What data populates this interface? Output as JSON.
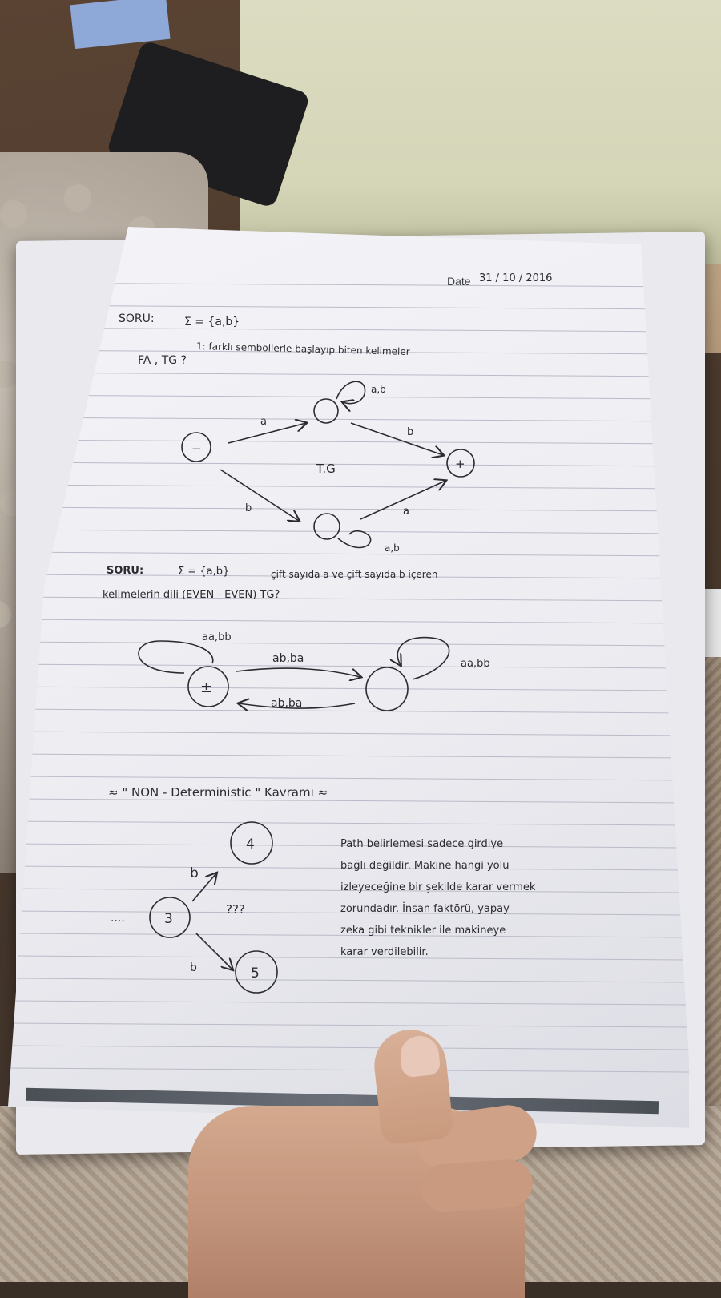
{
  "header": {
    "date_label": "Date",
    "date_value": "31 / 10 / 2016"
  },
  "q1": {
    "label": "SORU:",
    "alphabet": "Σ = {a,b}",
    "line2": "1: farklı sembollerle başlayıp biten kelimeler",
    "line3": "FA , TG ?",
    "diagram": {
      "center_label": "T.G",
      "start_state": "−",
      "final_state": "+",
      "edge_top_in": "a",
      "edge_top_out": "b",
      "loop_top": "a,b",
      "edge_bottom_in": "b",
      "edge_bottom_out": "a",
      "loop_bottom": "a,b"
    }
  },
  "q2": {
    "label": "SORU:",
    "line1_a": "Σ = {a,b}",
    "line1_b": "çift sayıda a ve çift sayıda b içeren",
    "line2": "kelimelerin dili (EVEN - EVEN) TG?",
    "diagram": {
      "start_state": "±",
      "loop_left": "aa,bb",
      "edge_forward": "ab,ba",
      "edge_back": "ab,ba",
      "loop_right": "aa,bb"
    }
  },
  "q3": {
    "heading": "≈ \" NON - Deterministic \" Kavramı ≈",
    "diagram": {
      "state_center": "3",
      "state_top": "4",
      "state_bottom": "5",
      "edge_top": "b",
      "edge_bottom": "b",
      "dots": "....",
      "question": "???"
    },
    "note_lines": [
      "Path belirlemesi sadece girdiye",
      "bağlı değildir. Makine hangi yolu",
      "izleyeceğine bir şekilde karar vermek",
      "zorundadır. İnsan faktörü, yapay",
      "zeka gibi teknikler ile makineye",
      "karar verdilebilir."
    ]
  }
}
